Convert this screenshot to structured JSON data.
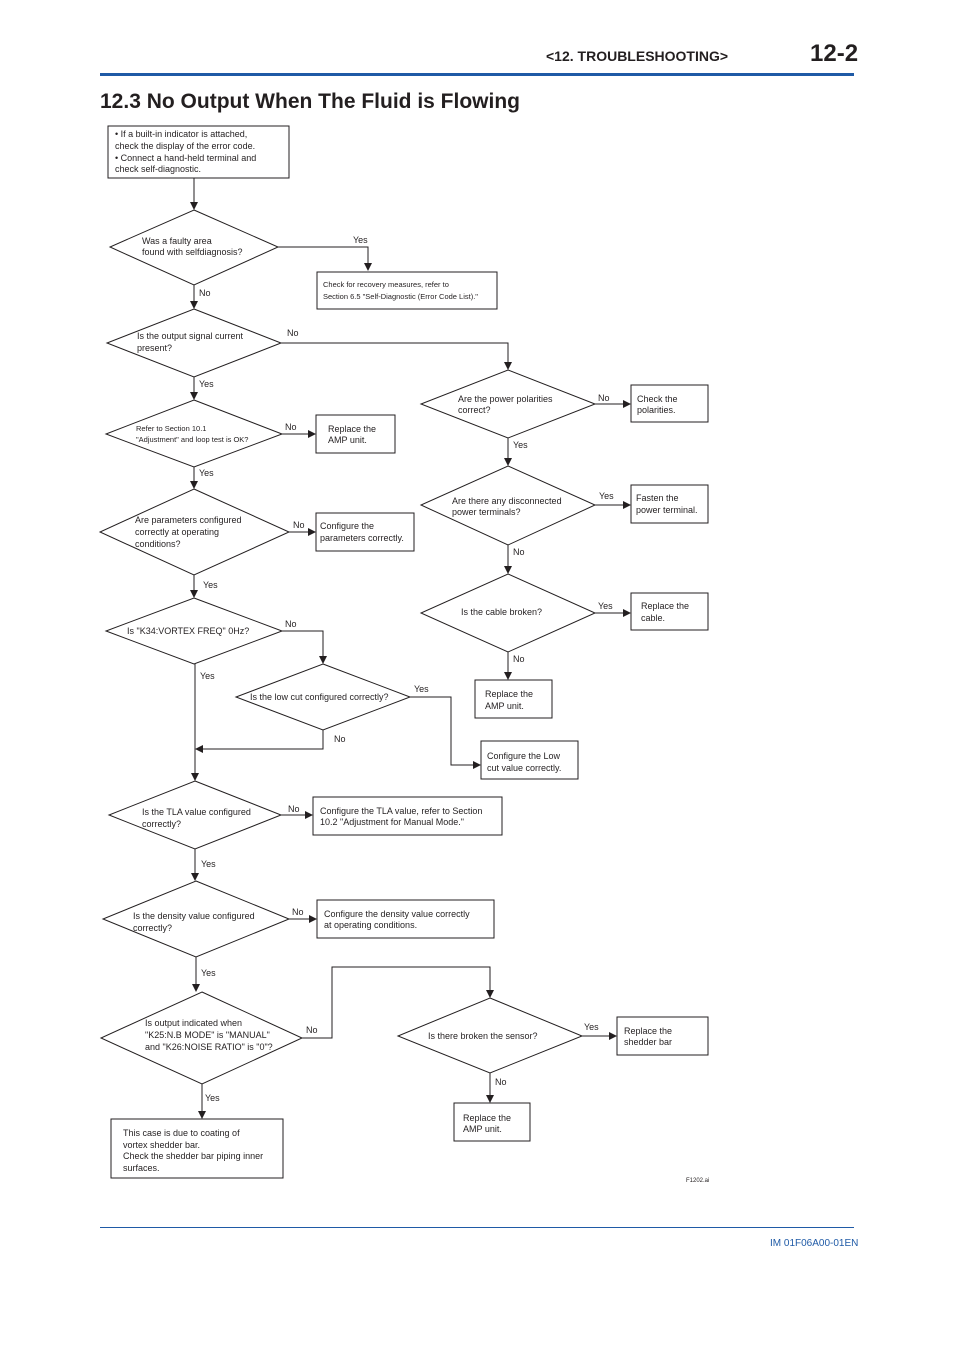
{
  "header": {
    "chapter": "<12.  TROUBLESHOOTING>",
    "page_number": "12-2"
  },
  "section_title": "12.3  No Output When The Fluid is Flowing",
  "footer": {
    "doc_id": "IM 01F06A00-01EN",
    "figure_id": "F1202.ai"
  },
  "colors": {
    "accent": "#1f5aa6",
    "text": "#231f20"
  },
  "flowchart": {
    "start_box": [
      "•  If a built-in indicator is attached,",
      "   check the display of the error code.",
      "•  Connect a hand-held terminal and",
      "   check self-diagnostic."
    ],
    "q1": [
      "Was a faulty area",
      "found with selfdiagnosis?"
    ],
    "a1": [
      "Check for recovery measures, refer to",
      "Section 6.5 \"Self-Diagnostic (Error Code List).\""
    ],
    "q2": [
      "Is the output signal current",
      "present?"
    ],
    "q3": [
      "Refer to Section 10.1",
      "\"Adjustment\" and loop test is OK?"
    ],
    "a3": [
      "Replace the",
      "AMP unit."
    ],
    "q4": [
      "Are parameters configured",
      "correctly at operating",
      "conditions?"
    ],
    "a4": [
      "Configure the",
      "parameters correctly."
    ],
    "q5": [
      "Is \"K34:VORTEX FREQ\" 0Hz?"
    ],
    "q6": [
      "Is the low cut configured correctly?"
    ],
    "a6": [
      "Configure the Low",
      "cut value correctly."
    ],
    "q7": [
      "Is the TLA value configured",
      "correctly?"
    ],
    "a7": [
      "Configure the TLA value, refer to Section",
      "10.2 \"Adjustment for Manual Mode.\""
    ],
    "q8": [
      "Is the density value configured",
      "correctly?"
    ],
    "a8": [
      "Configure the density value correctly",
      "at operating conditions."
    ],
    "q9": [
      "Is output indicated when",
      "\"K25:N.B MODE\" is \"MANUAL\"",
      "and \"K26:NOISE RATIO\" is \"0\"?"
    ],
    "a9": [
      "This case is due to coating of",
      "vortex shedder bar.",
      "Check the shedder bar piping inner",
      "surfaces."
    ],
    "r1": [
      "Are the power polarities",
      "correct?"
    ],
    "ra1": [
      "Check the",
      "polarities."
    ],
    "r2": [
      "Are there any disconnected",
      "power terminals?"
    ],
    "ra2": [
      "Fasten the",
      "power terminal."
    ],
    "r3": [
      "Is the cable broken?"
    ],
    "ra3": [
      "Replace the",
      "cable."
    ],
    "ra4": [
      "Replace the",
      "AMP unit."
    ],
    "s1": [
      "Is there broken the sensor?"
    ],
    "sa1": [
      "Replace the",
      "shedder bar"
    ],
    "sa2": [
      "Replace the",
      "AMP unit."
    ],
    "labels": {
      "yes": "Yes",
      "no": "No"
    }
  }
}
